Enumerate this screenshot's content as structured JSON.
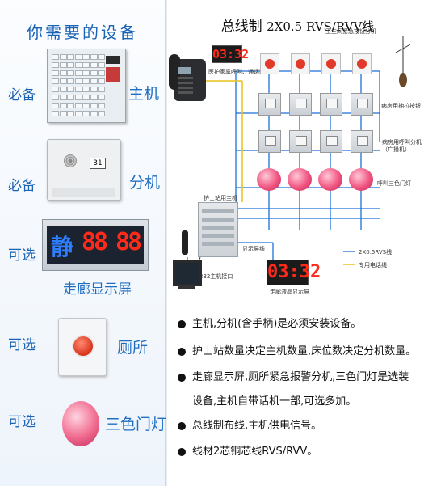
{
  "left_panel": {
    "title": "你需要的设备",
    "items": [
      {
        "tag": "必备",
        "label": "主机"
      },
      {
        "tag": "必备",
        "label": "分机"
      },
      {
        "tag": "可选",
        "label": "走廊显示屏"
      },
      {
        "tag": "可选",
        "label": "厕所"
      },
      {
        "tag": "可选",
        "label": "三色门灯"
      }
    ],
    "sub_unit_number": "31",
    "corridor_char": "静",
    "corridor_digits": [
      "88",
      "88"
    ]
  },
  "diagram": {
    "title_cn": "总线制",
    "title_spec": "2X0.5 RVS/RVV线",
    "clock_top": "03:32",
    "clock_bottom": "03:32",
    "labels": {
      "phone_caption": "医护家属呼叫、通话装置",
      "toilet_caption": "卫生间紧急按钮分机",
      "pull_caption": "病房用抽拉按钮",
      "broadcast_caption": "病房用呼叫分机（广播机）",
      "doorlight_caption": "呼叫三色门灯",
      "host_caption": "护士站用主机",
      "display_caption": "显示屏线",
      "pc_caption": "232主机接口",
      "corridor_caption": "走廊液晶显示屏"
    },
    "legend": [
      {
        "label": "2X0.5RVS线",
        "color": "#1e6fd9"
      },
      {
        "label": "专用电话线",
        "color": "#e8c21a"
      }
    ],
    "colors": {
      "bus": "#1e6fd9",
      "phone": "#e8c21a",
      "led": "#ff2a1a"
    }
  },
  "notes": [
    "主机,分机(含手柄)是必须安装设备。",
    "护士站数量决定主机数量,床位数决定分机数量。",
    "走廊显示屏,厕所紧急报警分机,三色门灯是选装",
    "设备,主机自带话机一部,可选多加。",
    "总线制布线,主机供电信号。",
    "线材2芯铜芯线RVS/RVV。"
  ]
}
